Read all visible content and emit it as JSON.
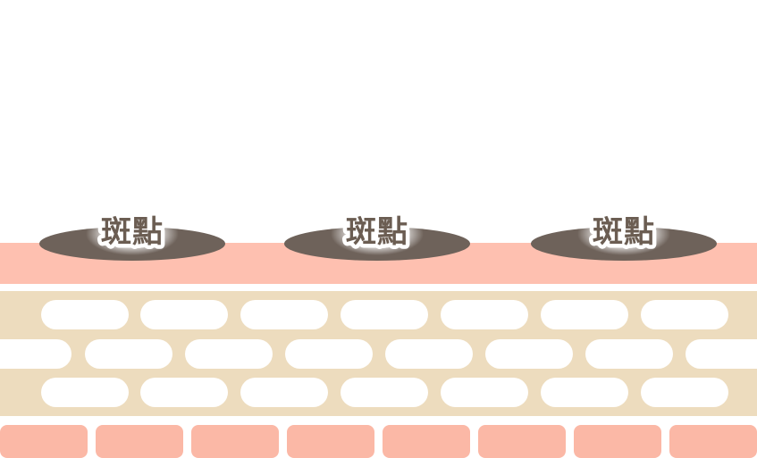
{
  "spots": [
    {
      "label": "斑點"
    },
    {
      "label": "斑點"
    },
    {
      "label": "斑點"
    }
  ],
  "colors": {
    "background": "#ffffff",
    "epidermis": "#fec0b0",
    "dermis": "#eddcbe",
    "dermis_cells": "#ffffff",
    "bottom_cells": "#fbb8a6",
    "spot": "#6e625a",
    "label": "#6b5d52"
  }
}
